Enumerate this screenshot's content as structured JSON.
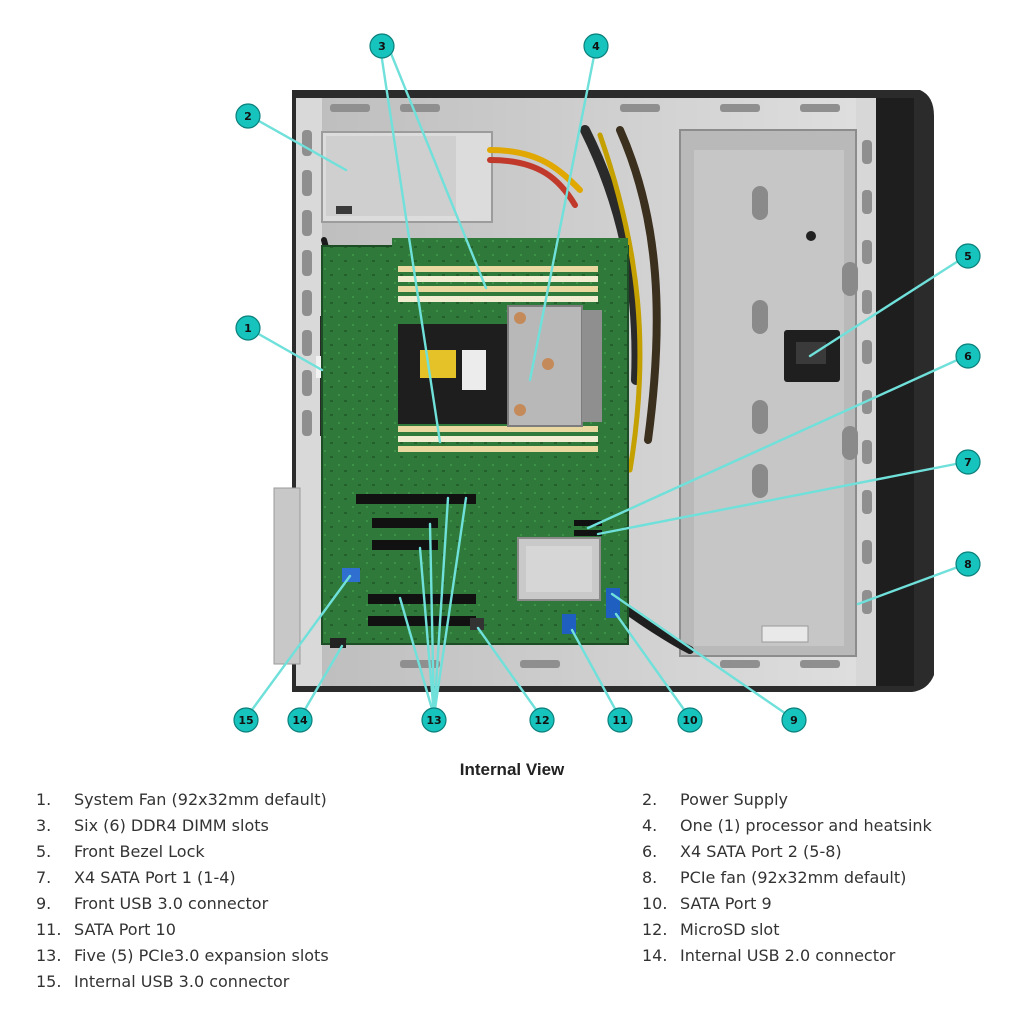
{
  "caption": "Internal View",
  "callouts": [
    {
      "number": "1",
      "label": "System Fan (92x32mm default)"
    },
    {
      "number": "2",
      "label": "Power Supply"
    },
    {
      "number": "3",
      "label": "Six (6) DDR4 DIMM slots"
    },
    {
      "number": "4",
      "label": "One (1) processor and heatsink"
    },
    {
      "number": "5",
      "label": "Front Bezel Lock"
    },
    {
      "number": "6",
      "label": "X4 SATA Port 2 (5-8)"
    },
    {
      "number": "7",
      "label": "X4 SATA Port 1 (1-4)"
    },
    {
      "number": "8",
      "label": "PCIe fan (92x32mm default)"
    },
    {
      "number": "9",
      "label": "Front USB 3.0 connector"
    },
    {
      "number": "10",
      "label": "SATA Port 9"
    },
    {
      "number": "11",
      "label": "SATA Port 10"
    },
    {
      "number": "12",
      "label": "MicroSD slot"
    },
    {
      "number": "13",
      "label": "Five (5) PCIe3.0 expansion slots"
    },
    {
      "number": "14",
      "label": "Internal USB 2.0 connector"
    },
    {
      "number": "15",
      "label": "Internal USB 3.0 connector"
    }
  ],
  "legend_items": [
    {
      "num": "1.",
      "label": "System Fan (92x32mm default)"
    },
    {
      "num": "2.",
      "label": "Power Supply"
    },
    {
      "num": "3.",
      "label": "Six (6) DDR4 DIMM slots"
    },
    {
      "num": "4.",
      "label": "One (1) processor and heatsink"
    },
    {
      "num": "5.",
      "label": "Front Bezel Lock"
    },
    {
      "num": "6.",
      "label": "X4 SATA Port 2 (5-8)"
    },
    {
      "num": "7.",
      "label": "X4 SATA Port 1 (1-4)"
    },
    {
      "num": "8.",
      "label": "PCIe fan (92x32mm default)"
    },
    {
      "num": "9.",
      "label": "Front USB 3.0 connector"
    },
    {
      "num": "10.",
      "label": "SATA Port 9"
    },
    {
      "num": "11.",
      "label": "SATA Port 10"
    },
    {
      "num": "12.",
      "label": "MicroSD slot"
    },
    {
      "num": "13.",
      "label": "Five (5) PCIe3.0 expansion slots"
    },
    {
      "num": "14.",
      "label": "Internal USB 2.0 connector"
    },
    {
      "num": "15.",
      "label": "Internal USB 3.0 connector"
    }
  ],
  "colors": {
    "callout_fill": "#17c3bd",
    "leader_line": "#6fe0da",
    "board_green": "#2f7a3a",
    "chassis_gray": "#c9c9c9"
  }
}
